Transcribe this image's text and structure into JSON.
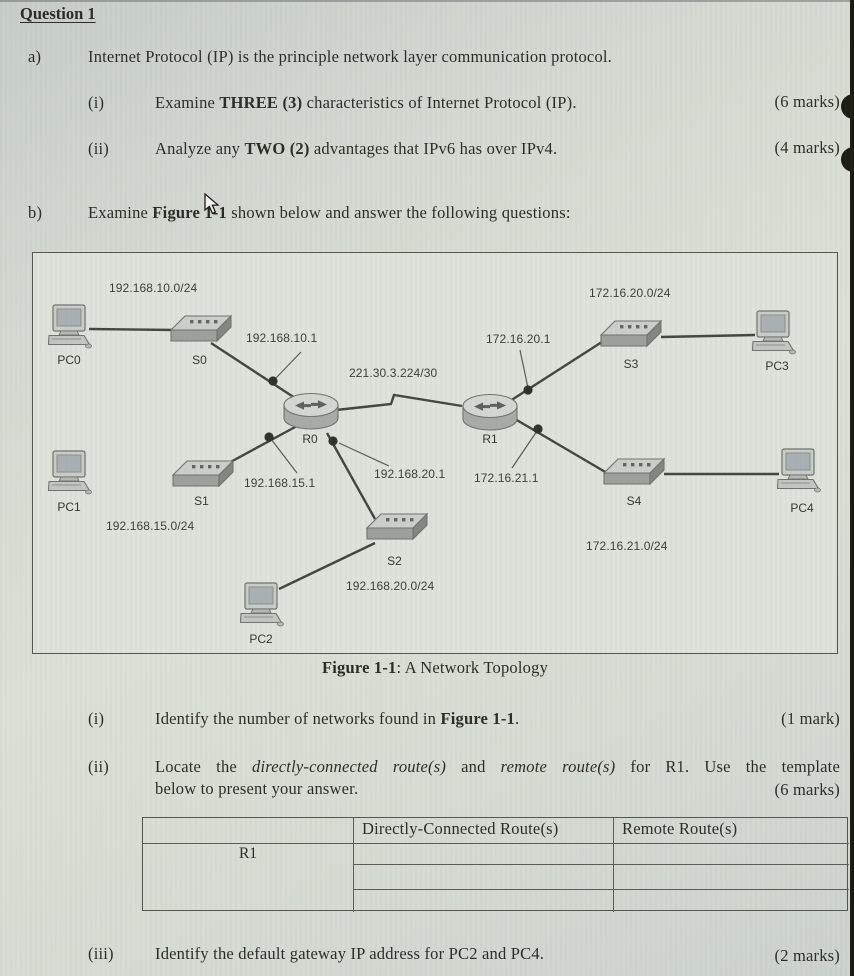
{
  "page": {
    "title": "Question 1"
  },
  "a": {
    "label": "a)",
    "intro": "Internet Protocol (IP) is the principle network layer communication protocol.",
    "i": {
      "num": "(i)",
      "pre": "Examine ",
      "bold": "THREE (3)",
      "post": " characteristics of Internet Protocol (IP).",
      "marks": "(6 marks)"
    },
    "ii": {
      "num": "(ii)",
      "pre": "Analyze any ",
      "bold": "TWO (2)",
      "post": " advantages that IPv6 has over IPv4.",
      "marks": "(4 marks)"
    }
  },
  "b": {
    "label": "b)",
    "pre": "Examine ",
    "bold": "Figure 1-1",
    "post": " shown below and answer the following questions:"
  },
  "figure": {
    "caption_bold": "Figure 1-1",
    "caption_rest": ": A Network Topology",
    "labels": [
      {
        "text": "192.168.10.0/24"
      },
      {
        "text": "192.168.10.1"
      },
      {
        "text": "221.30.3.224/30"
      },
      {
        "text": "172.16.20.0/24"
      },
      {
        "text": "172.16.20.1"
      },
      {
        "text": "192.168.15.1"
      },
      {
        "text": "192.168.15.0/24"
      },
      {
        "text": "192.168.20.1"
      },
      {
        "text": "192.168.20.0/24"
      },
      {
        "text": "172.16.21.1"
      },
      {
        "text": "172.16.21.0/24"
      }
    ],
    "devices": [
      {
        "id": "pc0",
        "label": "PC0",
        "type": "pc"
      },
      {
        "id": "pc1",
        "label": "PC1",
        "type": "pc"
      },
      {
        "id": "pc2",
        "label": "PC2",
        "type": "pc"
      },
      {
        "id": "pc3",
        "label": "PC3",
        "type": "pc"
      },
      {
        "id": "pc4",
        "label": "PC4",
        "type": "pc"
      },
      {
        "id": "s0",
        "label": "S0",
        "type": "switch"
      },
      {
        "id": "s1",
        "label": "S1",
        "type": "switch"
      },
      {
        "id": "s2",
        "label": "S2",
        "type": "switch"
      },
      {
        "id": "s3",
        "label": "S3",
        "type": "switch"
      },
      {
        "id": "s4",
        "label": "S4",
        "type": "switch"
      },
      {
        "id": "r0",
        "label": "R0",
        "type": "router"
      },
      {
        "id": "r1",
        "label": "R1",
        "type": "router"
      }
    ]
  },
  "q": {
    "i": {
      "num": "(i)",
      "pre": "Identify the number of networks found in ",
      "bold": "Figure 1-1",
      "post": ".",
      "marks": "(1 mark)"
    },
    "ii": {
      "num": "(ii)",
      "pre": "Locate the ",
      "it1": "directly-connected route(s)",
      "mid": " and ",
      "it2": "remote route(s)",
      "post": " for R1. Use the template",
      "line2": "below to present your answer.",
      "marks": "(6 marks)"
    },
    "iii": {
      "num": "(iii)",
      "text": "Identify the default gateway IP address for PC2 and PC4.",
      "marks": "(2 marks)"
    }
  },
  "table": {
    "row_label": "R1",
    "headers": {
      "directly": "Directly-Connected Route(s)",
      "remote": "Remote Route(s)"
    }
  }
}
